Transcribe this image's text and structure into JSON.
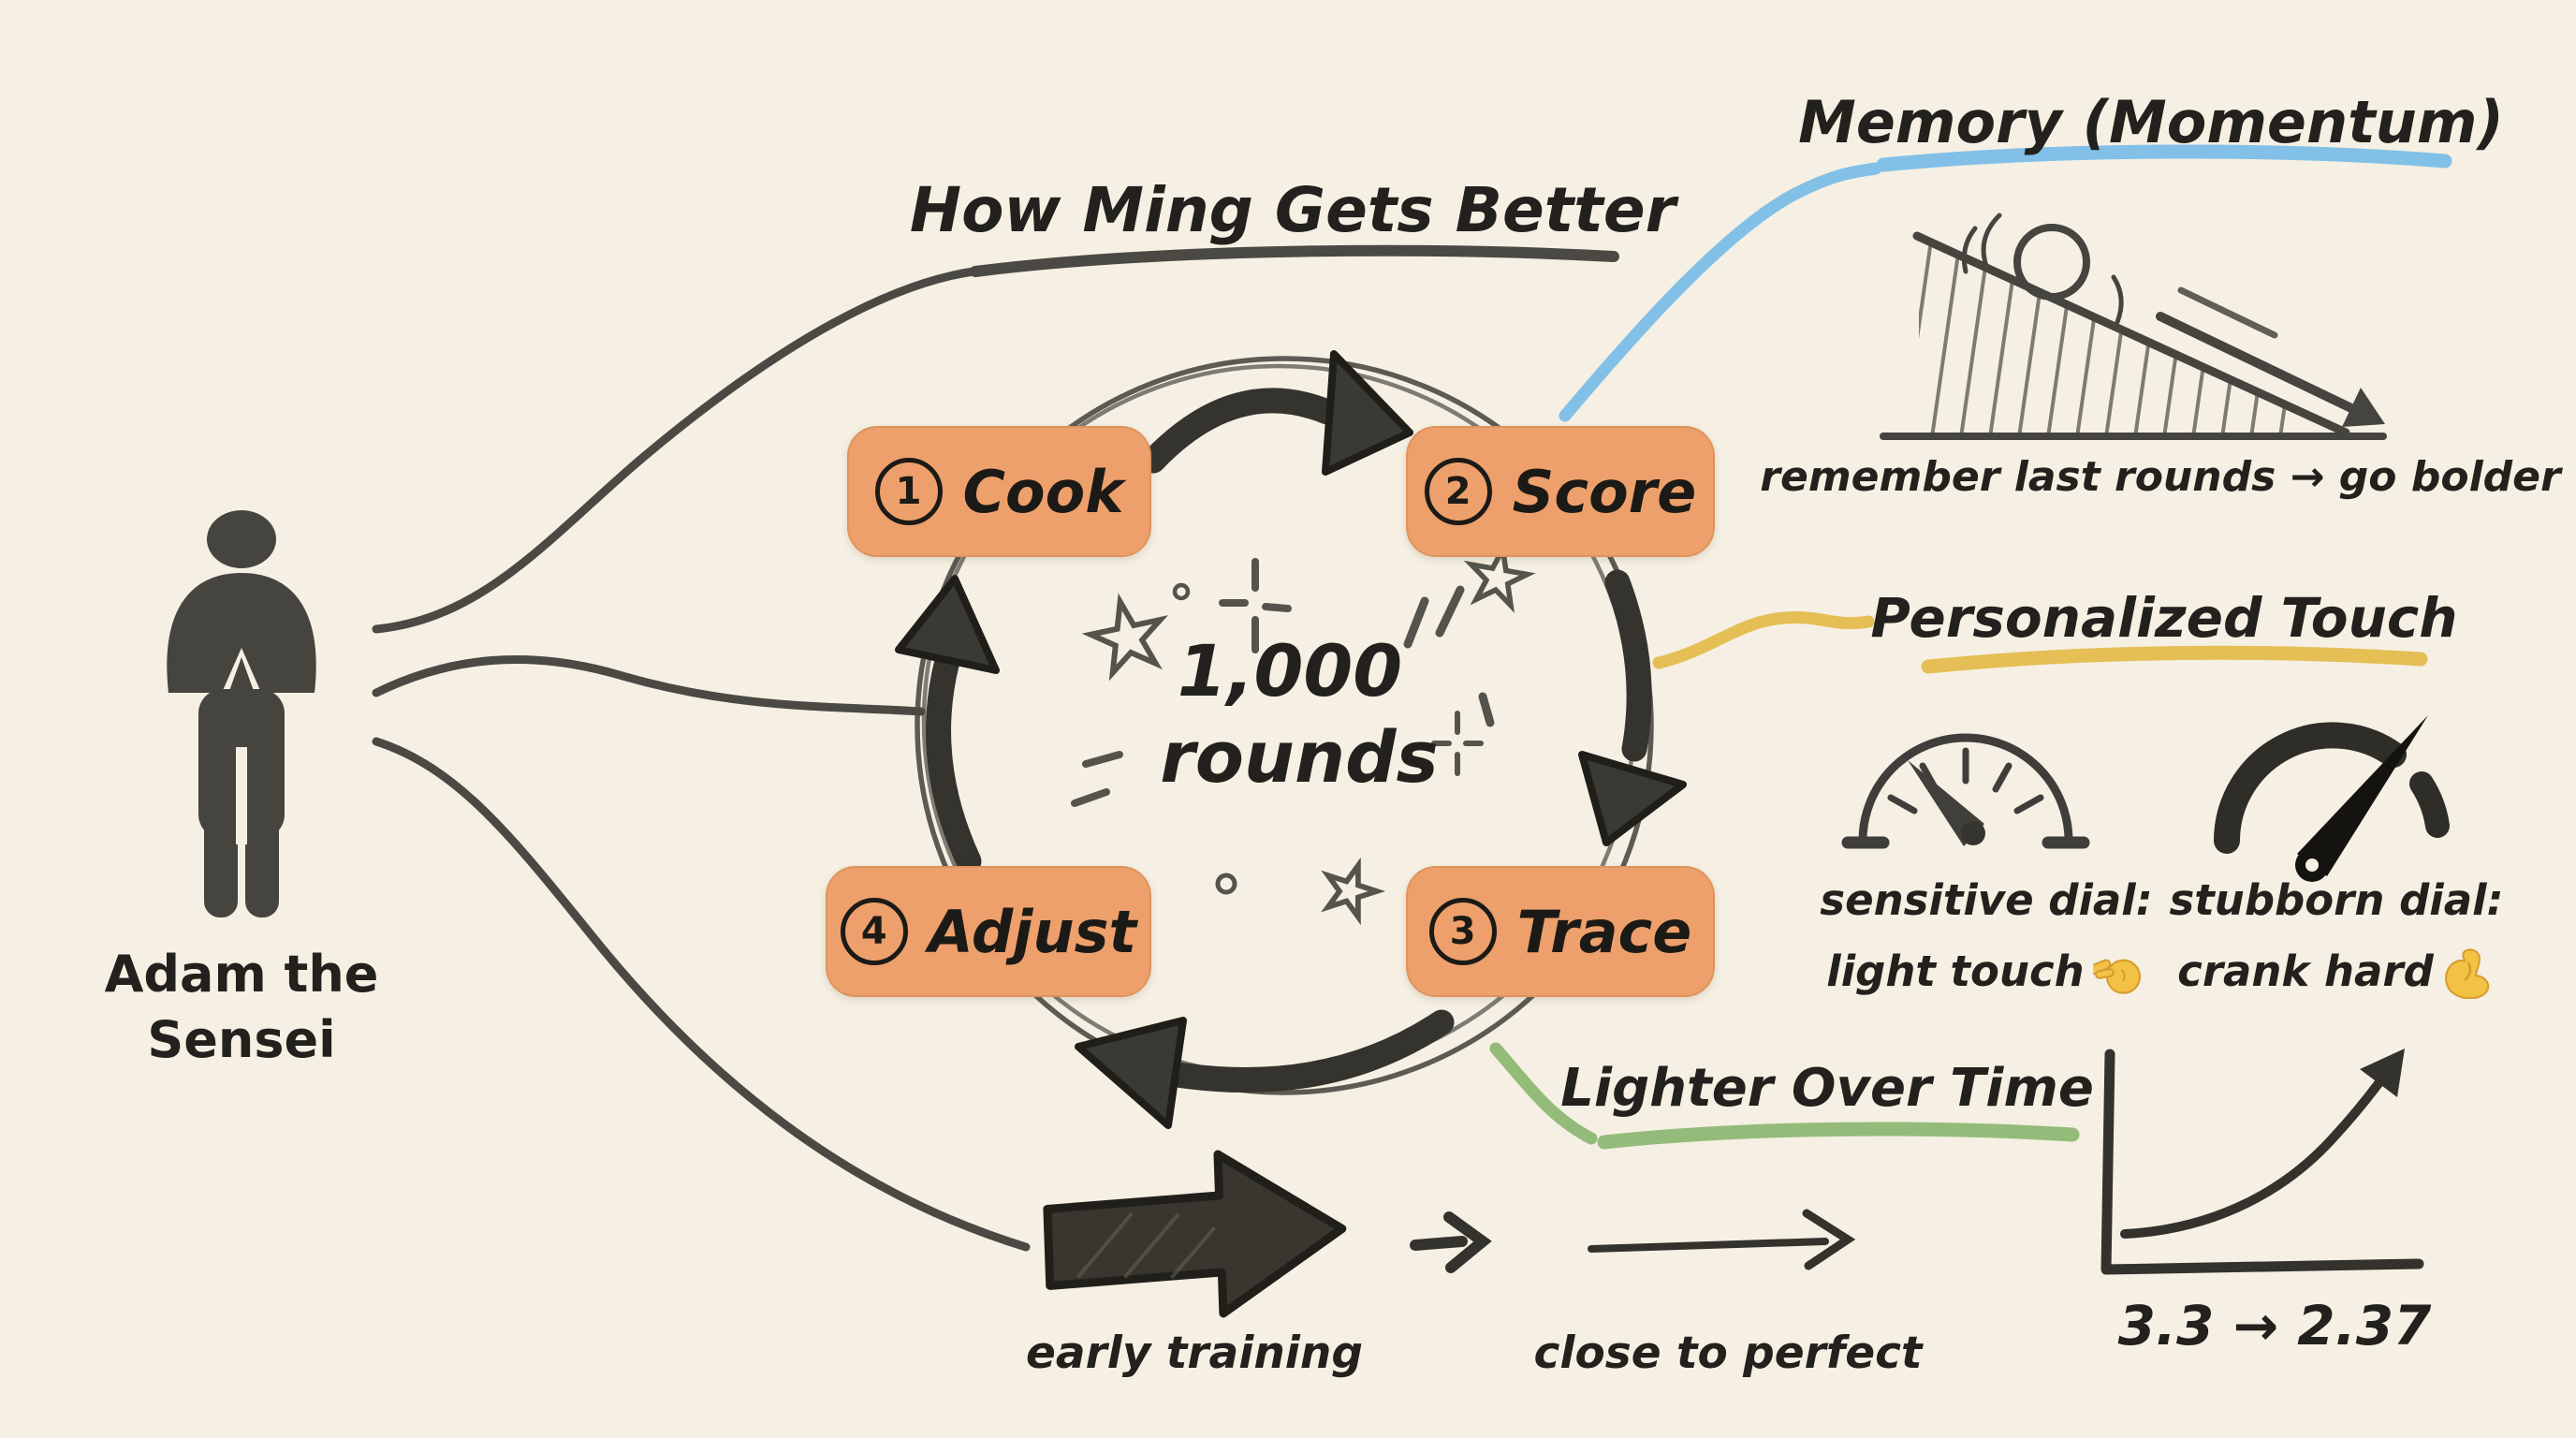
{
  "title": "How Ming Gets Better",
  "actor": {
    "name_line1": "Adam the",
    "name_line2": "Sensei"
  },
  "cycle": {
    "center_line1": "1,000",
    "center_line2": "rounds",
    "steps": [
      {
        "number": "1",
        "label": "Cook"
      },
      {
        "number": "2",
        "label": "Score"
      },
      {
        "number": "3",
        "label": "Trace"
      },
      {
        "number": "4",
        "label": "Adjust"
      }
    ]
  },
  "memory": {
    "title": "Memory (Momentum)",
    "caption": "remember last rounds → go bolder"
  },
  "personalized": {
    "title": "Personalized Touch",
    "dials": [
      {
        "line1": "sensitive dial:",
        "line2": "light touch",
        "emoji": "pinching-hand"
      },
      {
        "line1": "stubborn dial:",
        "line2": "crank hard",
        "emoji": "flexed-biceps"
      }
    ]
  },
  "lighter": {
    "title": "Lighter Over Time",
    "metric": "3.3 → 2.37"
  },
  "progress": {
    "label_early": "early training",
    "label_late": "close to perfect"
  },
  "palette": {
    "background": "#F5F0E3",
    "ink": "#22211D",
    "sketch_stroke": "#45443E",
    "box_orange": "#EDA06B",
    "underline_blue": "#82C0E8",
    "underline_yellow": "#E5BE55",
    "underline_green": "#94BB79",
    "emoji_yellow": "#F3C244"
  }
}
